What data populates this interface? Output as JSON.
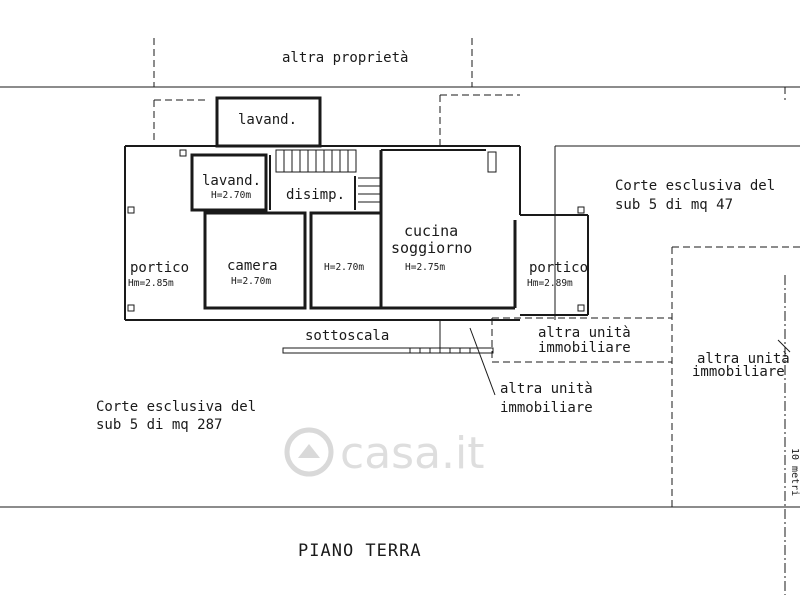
{
  "plan": {
    "neighbour_top": "altra proprietà",
    "rooms": {
      "lavand_top": "lavand.",
      "lavand_left": "lavand.",
      "lavand_left_h": "H=2.70m",
      "disimp": "disimp.",
      "camera": "camera",
      "camera_h": "H=2.70m",
      "middle_h": "H=2.70m",
      "cucina": "cucina",
      "soggiorno": "soggiorno",
      "cucina_h": "H=2.75m",
      "portico_left": "portico",
      "portico_left_h": "Hm=2.85m",
      "portico_right": "portico",
      "portico_right_h": "Hm=2.89m",
      "sottoscala": "sottoscala"
    },
    "areas": {
      "corte_right_1": "Corte esclusiva del",
      "corte_right_2": "sub 5 di mq 47",
      "corte_left_1": "Corte esclusiva del",
      "corte_left_2": "sub 5 di mq 287",
      "altra_unita_a_1": "altra unità",
      "altra_unita_a_2": "immobiliare",
      "altra_unita_b_1": "altra unità",
      "altra_unita_b_2": "immobiliare",
      "altra_unita_c_1": "altra unità",
      "altra_unita_c_2": "immobiliare"
    },
    "floor_title": "PIANO TERRA",
    "scale_label": "10 metri",
    "watermark": "casa.it"
  }
}
